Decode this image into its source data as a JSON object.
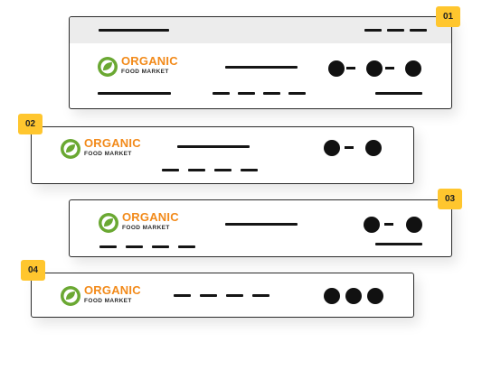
{
  "cards": [
    {
      "number": "01",
      "dots_shown": 3
    },
    {
      "number": "02",
      "dots_shown": 2
    },
    {
      "number": "03",
      "dots_shown": 2
    },
    {
      "number": "04",
      "dots_shown": 3
    }
  ],
  "logo": {
    "name": "ORGANIC",
    "subtitle": "FOOD MARKET",
    "icon": "leaf-icon"
  },
  "colors": {
    "accent": "#ffc62e",
    "logo_orange": "#f28a1a",
    "logo_green": "#6aa832",
    "ink": "#151515"
  }
}
